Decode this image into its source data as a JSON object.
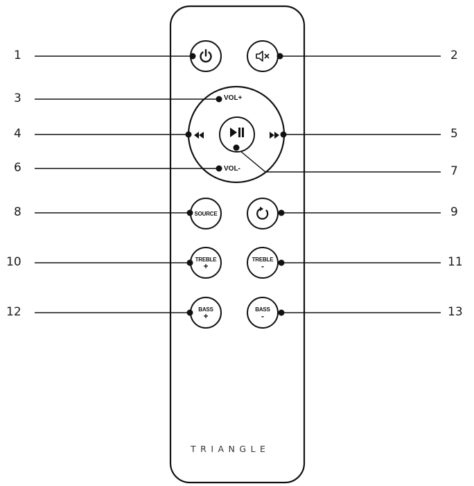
{
  "remote": {
    "brand": "TRIANGLE",
    "ring_top": "VOL+",
    "ring_bottom": "VOL-",
    "buttons": {
      "power": {
        "icon": "power-icon"
      },
      "mute": {
        "icon": "mute-icon"
      },
      "play_pause": {
        "icon": "play-pause-icon"
      },
      "previous": {
        "icon": "rewind-icon"
      },
      "next": {
        "icon": "fast-forward-icon"
      },
      "source": {
        "label": "SOURCE"
      },
      "repeat": {
        "icon": "repeat-icon"
      },
      "treble_plus": {
        "label": "TREBLE",
        "sign": "+"
      },
      "treble_minus": {
        "label": "TREBLE",
        "sign": "-"
      },
      "bass_plus": {
        "label": "BASS",
        "sign": "+"
      },
      "bass_minus": {
        "label": "BASS",
        "sign": "-"
      }
    }
  },
  "callouts": [
    "1",
    "2",
    "3",
    "4",
    "5",
    "6",
    "7",
    "8",
    "9",
    "10",
    "11",
    "12",
    "13"
  ]
}
